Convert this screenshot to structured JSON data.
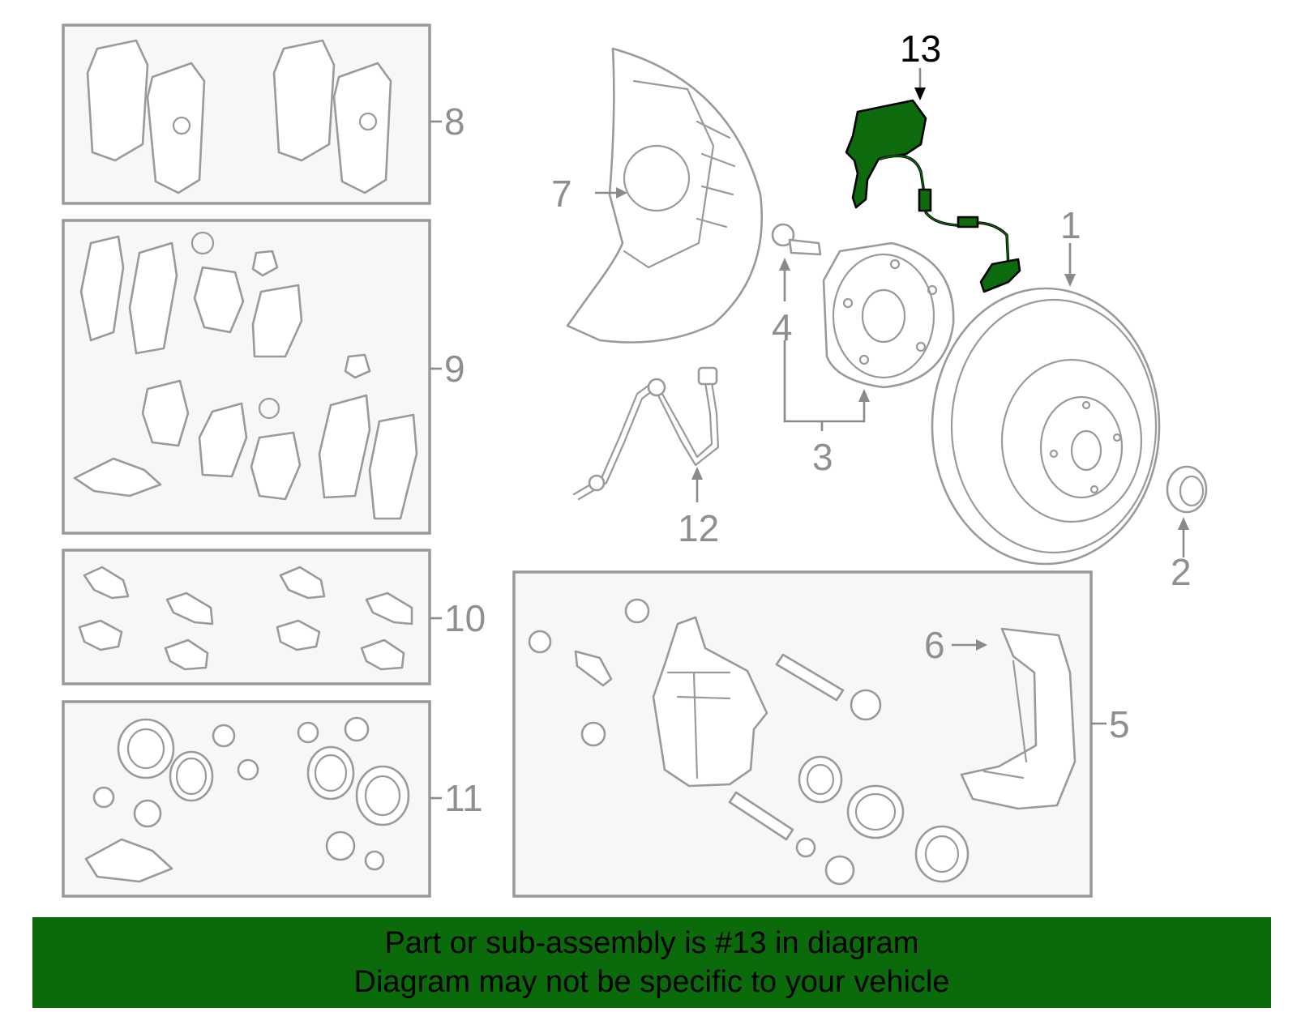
{
  "callouts": {
    "c1": "1",
    "c2": "2",
    "c3": "3",
    "c4": "4",
    "c5": "5",
    "c6": "6",
    "c7": "7",
    "c8": "8",
    "c9": "9",
    "c10": "10",
    "c11": "11",
    "c12": "12",
    "c13": "13"
  },
  "highlight": {
    "part_number": "13",
    "color": "#0b6b0b"
  },
  "banner": {
    "line1": "Part or sub-assembly is #13 in diagram",
    "line2": "Diagram may not be specific to your vehicle"
  }
}
